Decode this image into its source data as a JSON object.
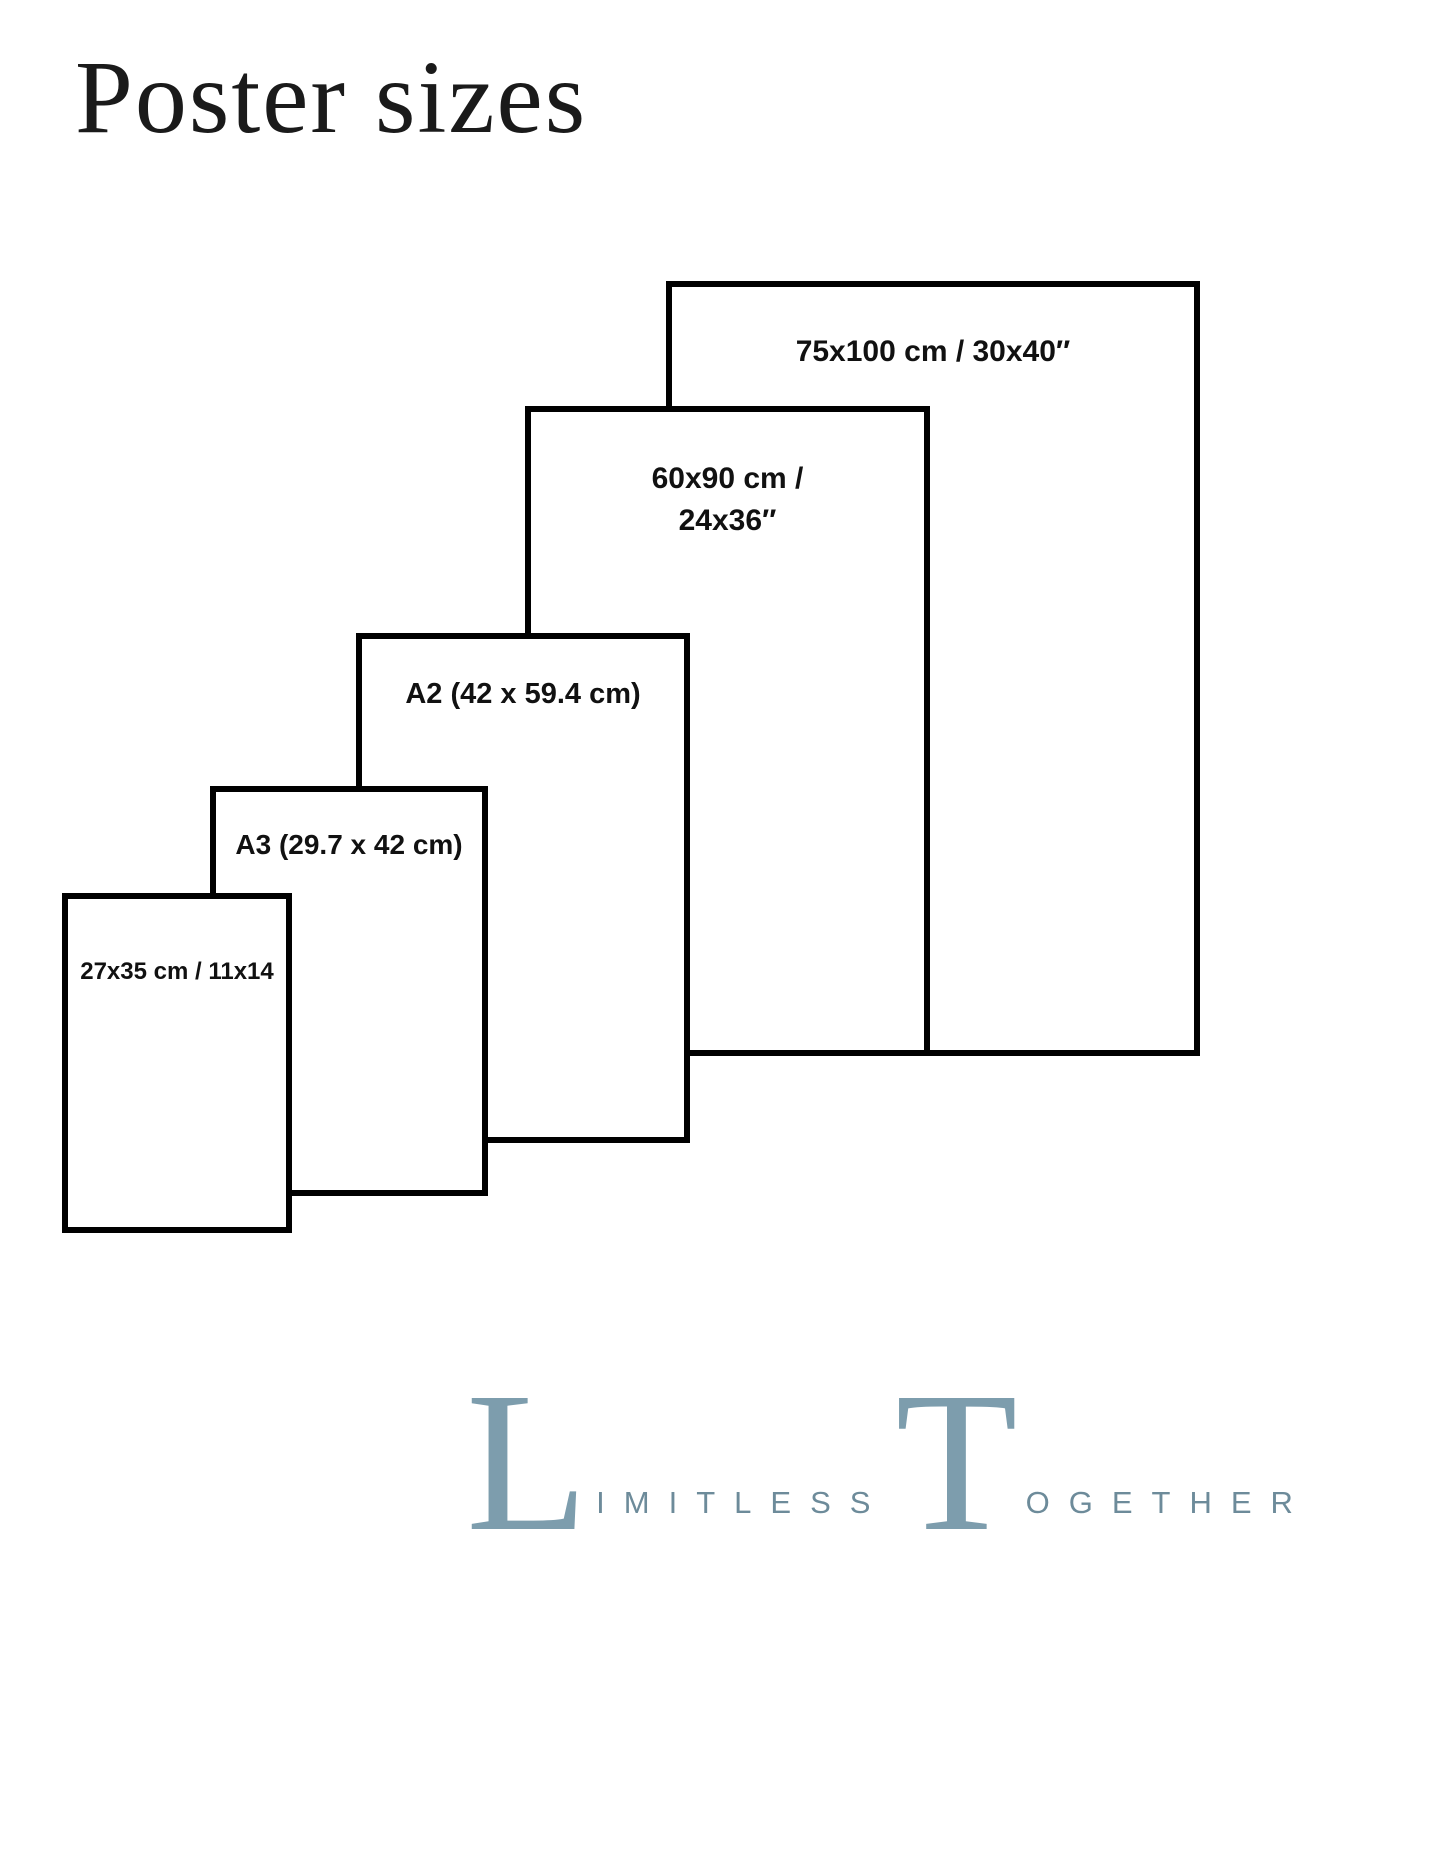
{
  "title": "Poster sizes",
  "boxes": [
    {
      "label": "75x100 cm / 30x40″"
    },
    {
      "lines": [
        "60x90 cm /",
        "24x36″"
      ]
    },
    {
      "label": "A2 (42 x 59.4 cm)"
    },
    {
      "label": "A3 (29.7 x 42 cm)"
    },
    {
      "label": "27x35 cm / 11x14"
    }
  ],
  "logo": {
    "l_initial": "L",
    "l_rest": "IMITLESS",
    "t_initial": "T",
    "t_rest": "OGETHER",
    "accent_color": "#7d9dad"
  }
}
